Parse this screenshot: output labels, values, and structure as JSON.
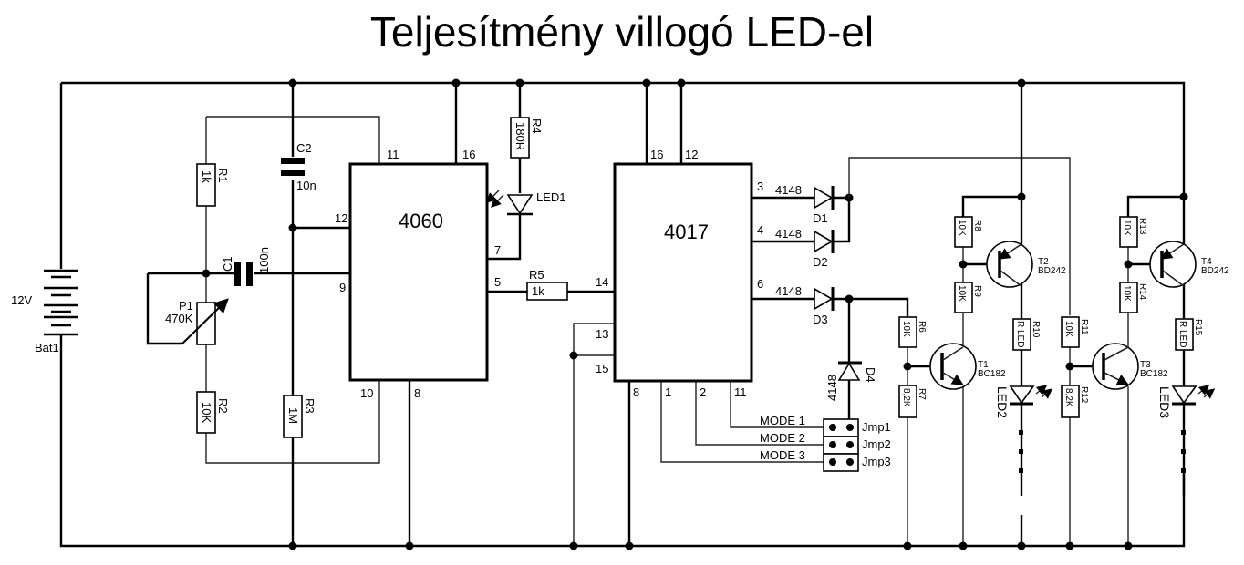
{
  "title": "Teljesítmény villogó LED-el",
  "battery": {
    "ref": "Bat1",
    "value": "12V"
  },
  "ics": [
    {
      "ref": "4060",
      "pins": {
        "p11": "11",
        "p16": "16",
        "p12": "12",
        "p9": "9",
        "p7": "7",
        "p5": "5",
        "p10": "10",
        "p8": "8"
      }
    },
    {
      "ref": "4017",
      "pins": {
        "p16": "16",
        "p12": "12",
        "p14": "14",
        "p13": "13",
        "p15": "15",
        "p3": "3",
        "p4": "4",
        "p6": "6",
        "p8": "8",
        "p1": "1",
        "p2": "2",
        "p11": "11"
      }
    }
  ],
  "resistors": {
    "R1": {
      "ref": "R1",
      "value": "1k"
    },
    "R2": {
      "ref": "R2",
      "value": "10K"
    },
    "R3": {
      "ref": "R3",
      "value": "1M"
    },
    "R4": {
      "ref": "R4",
      "value": "180R"
    },
    "R5": {
      "ref": "R5",
      "value": "1k"
    },
    "R6": {
      "ref": "R6",
      "value": "10K"
    },
    "R7": {
      "ref": "R7",
      "value": "8,2K"
    },
    "R8": {
      "ref": "R8",
      "value": "10K"
    },
    "R9": {
      "ref": "R9",
      "value": "10K"
    },
    "R10": {
      "ref": "R10",
      "value": "R LED"
    },
    "R11": {
      "ref": "R11",
      "value": "10K"
    },
    "R12": {
      "ref": "R12",
      "value": "8,2K"
    },
    "R13": {
      "ref": "R13",
      "value": "10K"
    },
    "R14": {
      "ref": "R14",
      "value": "10K"
    },
    "R15": {
      "ref": "R15",
      "value": "R LED"
    }
  },
  "potentiometer": {
    "ref": "P1",
    "value": "470K"
  },
  "capacitors": {
    "C1": {
      "ref": "C1",
      "value": "100n"
    },
    "C2": {
      "ref": "C2",
      "value": "10n"
    }
  },
  "diodes": {
    "D1": {
      "ref": "D1",
      "value": "4148"
    },
    "D2": {
      "ref": "D2",
      "value": "4148"
    },
    "D3": {
      "ref": "D3",
      "value": "4148"
    },
    "D4": {
      "ref": "D4",
      "value": "4148"
    }
  },
  "leds": {
    "LED1": "LED1",
    "LED2": "LED2",
    "LED3": "LED3"
  },
  "transistors": {
    "T1": {
      "ref": "T1",
      "type": "BC182"
    },
    "T2": {
      "ref": "T2",
      "type": "BD242"
    },
    "T3": {
      "ref": "T3",
      "type": "BC182"
    },
    "T4": {
      "ref": "T4",
      "type": "BD242"
    }
  },
  "jumpers": [
    {
      "ref": "Jmp1",
      "mode": "MODE 1"
    },
    {
      "ref": "Jmp2",
      "mode": "MODE 2"
    },
    {
      "ref": "Jmp3",
      "mode": "MODE 3"
    }
  ]
}
